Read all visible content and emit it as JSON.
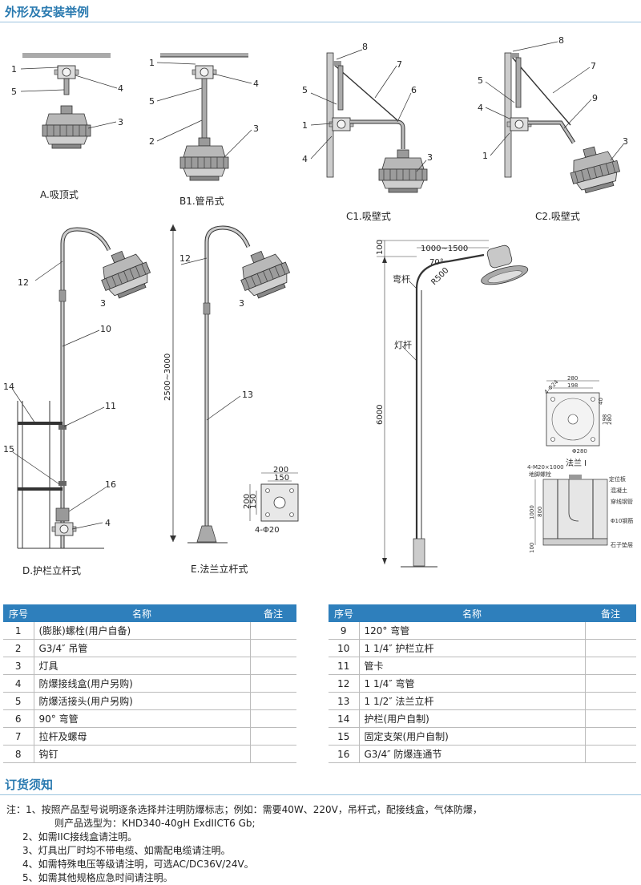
{
  "section_titles": {
    "installation": "外形及安装举例",
    "ordering": "订货须知"
  },
  "figures": {
    "a": {
      "caption": "A.吸顶式",
      "labels": [
        "1",
        "5",
        "4",
        "3"
      ]
    },
    "b1": {
      "caption": "B1.管吊式",
      "labels": [
        "1",
        "5",
        "4",
        "2",
        "3"
      ]
    },
    "c1": {
      "caption": "C1.吸壁式",
      "labels": [
        "8",
        "7",
        "6",
        "5",
        "1",
        "4",
        "3"
      ]
    },
    "c2": {
      "caption": "C2.吸壁式",
      "labels": [
        "8",
        "7",
        "5",
        "9",
        "4",
        "1",
        "3"
      ]
    },
    "d": {
      "caption": "D.护栏立杆式",
      "labels": [
        "12",
        "3",
        "10",
        "14",
        "11",
        "15",
        "16",
        "4"
      ]
    },
    "e": {
      "caption": "E.法兰立杆式",
      "labels": [
        "12",
        "3",
        "13"
      ],
      "height_dim": "2500~3000",
      "flange_dims": [
        "200",
        "150",
        "200",
        "150",
        "4-Φ20"
      ]
    },
    "f": {
      "dims": [
        "1000~1500",
        "100",
        "70°",
        "R500",
        "6000"
      ],
      "labels": [
        "弯杆",
        "灯杆"
      ],
      "flange": {
        "caption": "法兰 I",
        "dims": [
          "280",
          "198",
          "4-Φ24",
          "Φ280",
          "280",
          "40",
          "198"
        ]
      },
      "foundation": {
        "dims": [
          "4-M20×1000",
          "1000",
          "800",
          "100"
        ],
        "labels": [
          "地脚螺栓",
          "定位板",
          "混凝土",
          "穿线钢管",
          "Φ10钢筋",
          "石子垫层"
        ]
      }
    }
  },
  "table_left": {
    "headers": [
      "序号",
      "名称",
      "备注"
    ],
    "rows": [
      {
        "no": "1",
        "name": "(膨胀)螺栓(用户自备)"
      },
      {
        "no": "2",
        "name": "G3/4″ 吊管"
      },
      {
        "no": "3",
        "name": "灯具"
      },
      {
        "no": "4",
        "name": "防爆接线盒(用户另购)"
      },
      {
        "no": "5",
        "name": "防爆活接头(用户另购)"
      },
      {
        "no": "6",
        "name": "90° 弯管"
      },
      {
        "no": "7",
        "name": "拉杆及螺母"
      },
      {
        "no": "8",
        "name": "钩钉"
      }
    ]
  },
  "table_right": {
    "headers": [
      "序号",
      "名称",
      "备注"
    ],
    "rows": [
      {
        "no": "9",
        "name": "120° 弯管"
      },
      {
        "no": "10",
        "name": "1 1/4″ 护栏立杆"
      },
      {
        "no": "11",
        "name": "管卡"
      },
      {
        "no": "12",
        "name": "1 1/4″ 弯管"
      },
      {
        "no": "13",
        "name": "1 1/2″ 法兰立杆"
      },
      {
        "no": "14",
        "name": "护栏(用户自制)"
      },
      {
        "no": "15",
        "name": "固定支架(用户自制)"
      },
      {
        "no": "16",
        "name": "G3/4″ 防爆连通节"
      }
    ]
  },
  "notes": [
    "注：1、按照产品型号说明逐条选择并注明防爆标志；例如：需要40W、220V，吊杆式，配接线盒，气体防爆，",
    "则产品选型为：KHD340-40gH ExdIICT6 Gb;",
    "2、如需IIC接线盒请注明。",
    "3、灯具出厂时均不带电缆、如需配电缆请注明。",
    "4、如需特殊电压等级请注明，可选AC/DC36V/24V。",
    "5、如需其他规格应急时间请注明。"
  ],
  "colors": {
    "accent": "#2e7fbc",
    "title": "#2a7ab0"
  }
}
